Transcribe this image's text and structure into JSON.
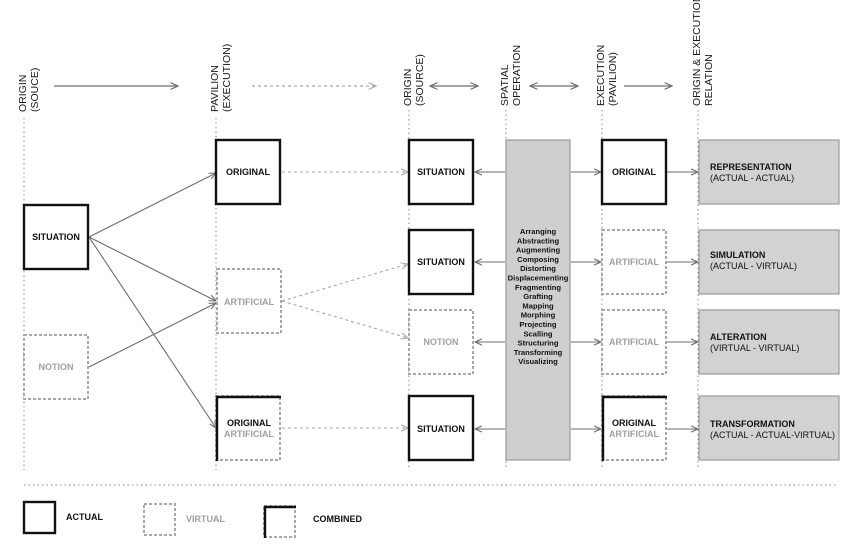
{
  "column_headers": {
    "origin_source": [
      "ORIGIN",
      "(SOUCE)"
    ],
    "pavilion_execution": [
      "PAVILION",
      "(EXECUTION)"
    ],
    "origin_source_2": [
      "ORIGIN",
      "(SOURCE)"
    ],
    "spatial_operation": [
      "SPATIAL",
      "OPERATION"
    ],
    "execution_pavilion": [
      "EXECUTION",
      "(PAVILION)"
    ],
    "relation": [
      "ORIGIN & EXECUTION",
      "RELATION"
    ]
  },
  "col1": {
    "situation": "SITUATION",
    "notion": "NOTION"
  },
  "col2": {
    "original": "ORIGINAL",
    "artificial": "ARTIFICIAL",
    "combined_top": "ORIGINAL",
    "combined_bottom": "ARTIFICIAL"
  },
  "col3": {
    "situation_1": "SITUATION",
    "situation_2": "SITUATION",
    "notion": "NOTION",
    "situation_3": "SITUATION"
  },
  "operations": [
    "Arranging",
    "Abstracting",
    "Augmenting",
    "Composing",
    "Distorting",
    "Displacementing",
    "Fragmenting",
    "Grafting",
    "Mapping",
    "Morphing",
    "Projecting",
    "Scalling",
    "Structuring",
    "Transforming",
    "Visualizing"
  ],
  "col5": {
    "original": "ORIGINAL",
    "artificial_1": "ARTIFICIAL",
    "artificial_2": "ARTIFICIAL",
    "combined_top": "ORIGINAL",
    "combined_bottom": "ARTIFICIAL"
  },
  "relations": [
    {
      "title": "REPRESENTATION",
      "sub": "(ACTUAL - ACTUAL)"
    },
    {
      "title": "SIMULATION",
      "sub": "(ACTUAL - VIRTUAL)"
    },
    {
      "title": "ALTERATION",
      "sub": "(VIRTUAL - VIRTUAL)"
    },
    {
      "title": "TRANSFORMATION",
      "sub": "(ACTUAL - ACTUAL-VIRTUAL)"
    }
  ],
  "legend": {
    "actual": "ACTUAL",
    "virtual": "VIRTUAL",
    "combined": "COMBINED"
  },
  "colors": {
    "actual_stroke": "#111111",
    "virtual_stroke": "#a8a8a8",
    "relation_fill": "#d2d2d2",
    "operation_fill": "#cfcfcf",
    "arrow": "#6e6e6e"
  }
}
